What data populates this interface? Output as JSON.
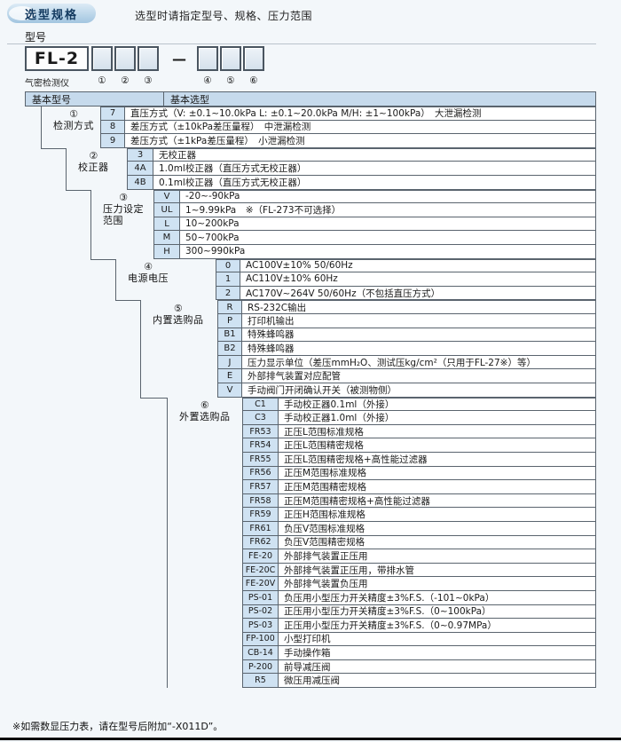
{
  "header": {
    "banner": "选型规格",
    "subtitle": "选型时请指定型号、规格、压力范围"
  },
  "model": {
    "section_label": "型号",
    "prefix": "FL-2",
    "dash": "—",
    "device_label": "气密检测仪",
    "digit_labels": [
      "①",
      "②",
      "③",
      "④",
      "⑤",
      "⑥"
    ]
  },
  "table": {
    "col1_header": "基本型号",
    "col2_header": "基本选型"
  },
  "colors": {
    "banner_blue": "#a2c5e0",
    "header_cell_blue": "#c6daec",
    "code_cell_blue": "#cfe2f2",
    "border_gray": "#5a646e"
  },
  "groups": [
    {
      "num": "①",
      "label": "检测方式",
      "rows": [
        {
          "code": "7",
          "desc": "直压方式（V: ±0.1~10.0kPa L: ±0.1~20.0kPa M/H: ±1~100kPa）　大泄漏检测"
        },
        {
          "code": "8",
          "desc": "差压方式（±10kPa差压量程）　中泄漏检测"
        },
        {
          "code": "9",
          "desc": "差压方式（±1kPa差压量程）　小泄漏检测"
        }
      ]
    },
    {
      "num": "②",
      "label": "校正器",
      "rows": [
        {
          "code": "3",
          "desc": "无校正器"
        },
        {
          "code": "4A",
          "desc": "1.0ml校正器（直压方式无校正器）"
        },
        {
          "code": "4B",
          "desc": "0.1ml校正器（直压方式无校正器）"
        }
      ]
    },
    {
      "num": "③",
      "label": "压力设定",
      "label2": "范围",
      "rows": [
        {
          "code": "V",
          "desc": "-20~-90kPa"
        },
        {
          "code": "UL",
          "desc": "1~9.99kPa　※（FL-273不可选择）"
        },
        {
          "code": "L",
          "desc": "10~200kPa"
        },
        {
          "code": "M",
          "desc": "50~700kPa"
        },
        {
          "code": "H",
          "desc": "300~990kPa"
        }
      ]
    },
    {
      "num": "④",
      "label": "电源电压",
      "rows": [
        {
          "code": "0",
          "desc": "AC100V±10% 50/60Hz"
        },
        {
          "code": "1",
          "desc": "AC110V±10% 60Hz"
        },
        {
          "code": "2",
          "desc": "AC170V~264V  50/60Hz（不包括直压方式）"
        }
      ]
    },
    {
      "num": "⑤",
      "label": "内置选购品",
      "rows": [
        {
          "code": "R",
          "desc": "RS-232C输出"
        },
        {
          "code": "P",
          "desc": "打印机输出"
        },
        {
          "code": "B1",
          "desc": "特殊蜂鸣器"
        },
        {
          "code": "B2",
          "desc": "特殊蜂鸣器"
        },
        {
          "code": "J",
          "desc": "压力显示单位（差压mmH₂O、测试压kg/cm²（只用于FL-27※）等）"
        },
        {
          "code": "E",
          "desc": "外部排气装置对应配管"
        },
        {
          "code": "V",
          "desc": "手动阀门开闭确认开关（被测物侧）"
        }
      ]
    },
    {
      "num": "⑥",
      "label": "外置选购品",
      "rows": [
        {
          "code": "C1",
          "desc": "手动校正器0.1ml（外接）"
        },
        {
          "code": "C3",
          "desc": "手动校正器1.0ml（外接）"
        },
        {
          "code": "FR53",
          "desc": "正压L范围标准规格"
        },
        {
          "code": "FR54",
          "desc": "正压L范围精密规格"
        },
        {
          "code": "FR55",
          "desc": "正压L范围精密规格+高性能过滤器"
        },
        {
          "code": "FR56",
          "desc": "正压M范围标准规格"
        },
        {
          "code": "FR57",
          "desc": "正压M范围精密规格"
        },
        {
          "code": "FR58",
          "desc": "正压M范围精密规格+高性能过滤器"
        },
        {
          "code": "FR59",
          "desc": "正压H范围标准规格"
        },
        {
          "code": "FR61",
          "desc": "负压V范围标准规格"
        },
        {
          "code": "FR62",
          "desc": "负压V范围精密规格"
        },
        {
          "code": "FE-20",
          "desc": "外部排气装置正压用"
        },
        {
          "code": "FE-20C",
          "desc": "外部排气装置正压用，带排水管"
        },
        {
          "code": "FE-20V",
          "desc": "外部排气装置负压用"
        },
        {
          "code": "PS-01",
          "desc": "负压用小型压力开关精度±3%F.S.（-101~0kPa）"
        },
        {
          "code": "PS-02",
          "desc": "正压用小型压力开关精度±3%F.S.（0~100kPa）"
        },
        {
          "code": "PS-03",
          "desc": "正压用小型压力开关精度±3%F.S.（0~0.97MPa）"
        },
        {
          "code": "FP-100",
          "desc": "小型打印机"
        },
        {
          "code": "CB-14",
          "desc": "手动操作箱"
        },
        {
          "code": "P-200",
          "desc": "前导减压阀"
        },
        {
          "code": "R5",
          "desc": "微压用减压阀"
        }
      ]
    }
  ],
  "note": "※如需数显压力表，请在型号后附加“-X011D”。"
}
